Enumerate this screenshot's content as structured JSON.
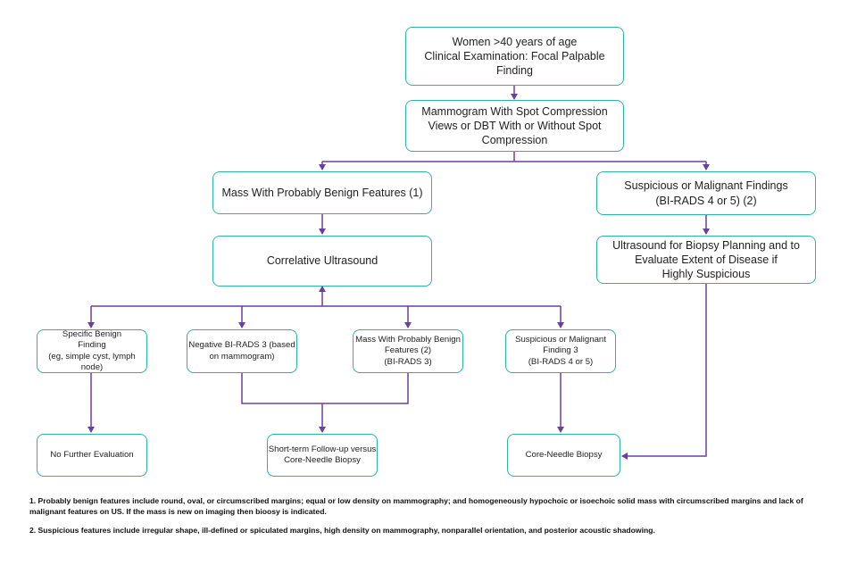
{
  "colors": {
    "box_border": "#2bb3a3",
    "connector": "#6b3fa0"
  },
  "nodes": {
    "start": "Women >40 years of age\nClinical Examination: Focal Palpable Finding",
    "mammogram": "Mammogram With Spot Compression\nViews or DBT With or Without Spot\nCompression",
    "benign_features": "Mass With Probably Benign Features (1)",
    "suspicious_findings": "Suspicious or Malignant Findings\n(BI-RADS 4 or 5) (2)",
    "correlative_us": "Correlative Ultrasound",
    "us_biopsy_planning": "Ultrasound for Biopsy Planning and to\nEvaluate Extent of Disease if\nHighly Suspicious",
    "specific_benign": "Specific Benign\nFinding\n(eg, simple cyst, lymph node)",
    "negative_birads3": "Negative BI-RADS 3 (based\non mammogram)",
    "mass_probably_benign": "Mass With Probably Benign\nFeatures (2)\n(BI-RADS 3)",
    "suspicious_finding3": "Suspicious or Malignant\nFinding 3\n(BI-RADS 4 or 5)",
    "no_further": "No Further Evaluation",
    "short_term": "Short-term Follow-up versus\nCore-Needle Biopsy",
    "core_needle": "Core-Needle Biopsy"
  },
  "footnotes": {
    "note1": "1. Probably benign features include round, oval, or circumscribed margins; equal or low density on mammography; and homogeneously hypochoic or isoechoic solid mass with circumscribed margins and lack of malignant features on US. If the mass is new on imaging then bioosy is indicated.",
    "note2": "2. Suspicious features include irregular shape, ill-defined or spiculated margins, high density on mammography, nonparallel orientation, and posterior acoustic shadowing."
  }
}
